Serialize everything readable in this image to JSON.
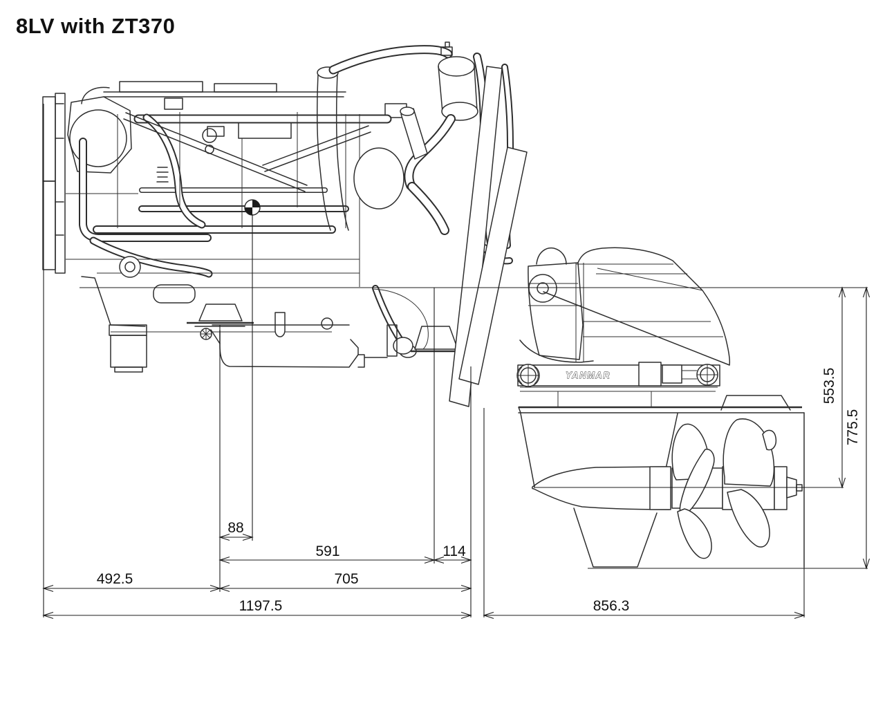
{
  "page": {
    "title": "8LV with ZT370"
  },
  "labels": {
    "yanmar": "YANMAR"
  },
  "dimensions": {
    "d88": {
      "label": "88",
      "value_mm": 88,
      "orientation": "horizontal"
    },
    "d591": {
      "label": "591",
      "value_mm": 591,
      "orientation": "horizontal"
    },
    "d114": {
      "label": "114",
      "value_mm": 114,
      "orientation": "horizontal"
    },
    "d492_5": {
      "label": "492.5",
      "value_mm": 492.5,
      "orientation": "horizontal"
    },
    "d705": {
      "label": "705",
      "value_mm": 705,
      "orientation": "horizontal"
    },
    "d1197_5": {
      "label": "1197.5",
      "value_mm": 1197.5,
      "orientation": "horizontal"
    },
    "d856_3": {
      "label": "856.3",
      "value_mm": 856.3,
      "orientation": "horizontal"
    },
    "d553_5": {
      "label": "553.5",
      "value_mm": 553.5,
      "orientation": "vertical"
    },
    "d775_5": {
      "label": "775.5",
      "value_mm": 775.5,
      "orientation": "vertical"
    }
  }
}
